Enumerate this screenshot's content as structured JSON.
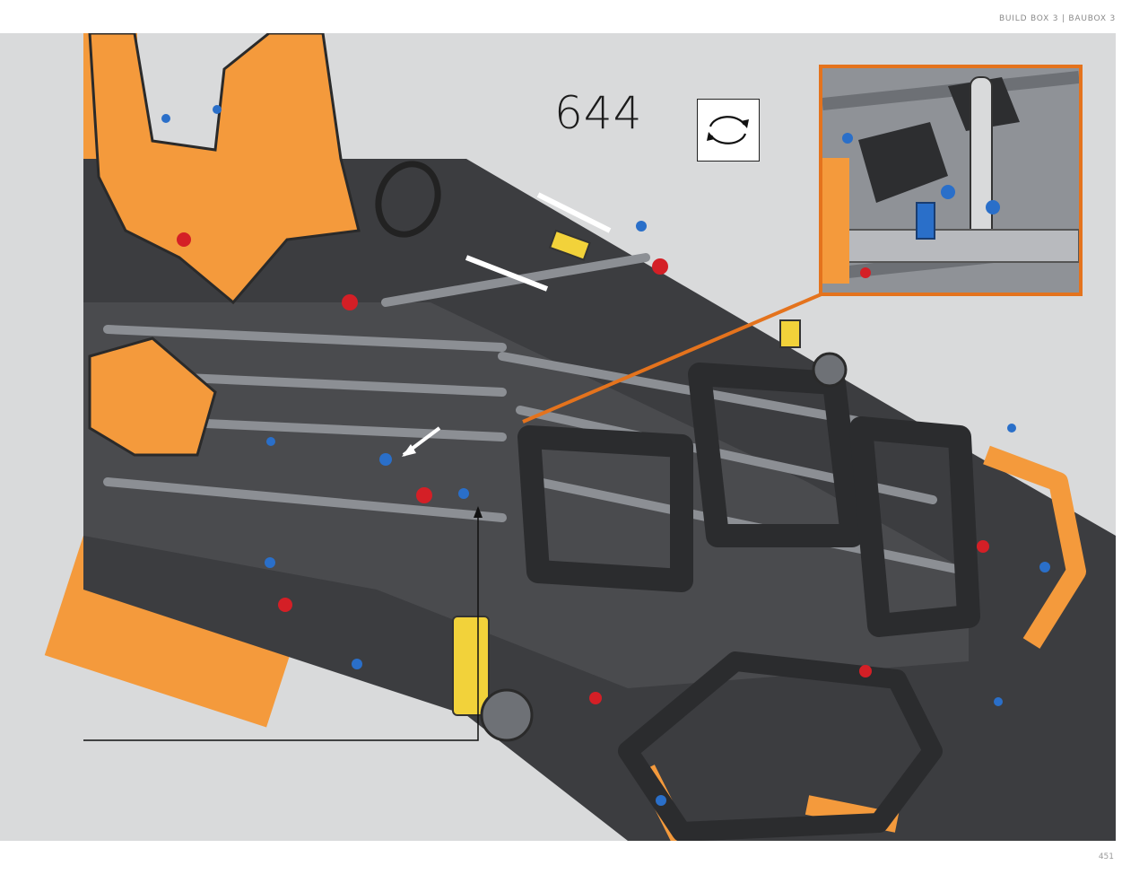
{
  "header": {
    "text": "BUILD BOX 3  |  BAUBOX 3"
  },
  "step": {
    "number": "644"
  },
  "rotate_icon": {
    "name": "rotate-model-icon"
  },
  "callout": {
    "name": "zoom-callout"
  },
  "footer": {
    "page_number": "451"
  },
  "colors": {
    "panel_bg": "#d9dadb",
    "accent_orange": "#e4731d",
    "beam_orange": "#f49a3c",
    "beam_dark": "#3a3b3d",
    "beam_gray": "#9b9ea3",
    "pin_blue": "#2a6fc9",
    "pin_red": "#d41f26",
    "part_yellow": "#f2d23a"
  }
}
